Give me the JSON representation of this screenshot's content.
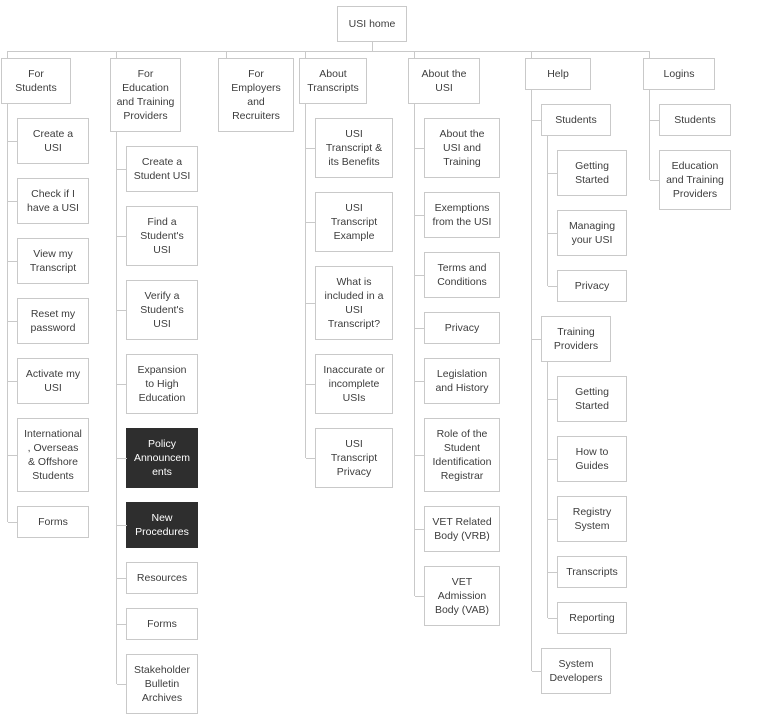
{
  "root": {
    "label": "USI home"
  },
  "columns": [
    {
      "label": "For Students",
      "children": [
        {
          "label": "Create a USI"
        },
        {
          "label": "Check if I have a USI"
        },
        {
          "label": "View my Transcript"
        },
        {
          "label": "Reset my password"
        },
        {
          "label": "Activate my USI"
        },
        {
          "label": "International, Overseas & Offshore Students"
        },
        {
          "label": "Forms"
        }
      ]
    },
    {
      "label": "For Education and Training Providers",
      "children": [
        {
          "label": "Create a Student USI"
        },
        {
          "label": "Find a Student's USI"
        },
        {
          "label": "Verify a Student's USI"
        },
        {
          "label": "Expansion to High Education"
        },
        {
          "label": "Policy Announcements",
          "dark": true
        },
        {
          "label": "New Procedures",
          "dark": true
        },
        {
          "label": "Resources"
        },
        {
          "label": "Forms"
        },
        {
          "label": "Stakeholder Bulletin Archives"
        }
      ]
    },
    {
      "label": "For Employers and Recruiters",
      "children": []
    },
    {
      "label": "About Transcripts",
      "children": [
        {
          "label": "USI Transcript & its Benefits"
        },
        {
          "label": "USI Transcript Example"
        },
        {
          "label": "What is included in a USI Transcript?"
        },
        {
          "label": "Inaccurate or incomplete USIs"
        },
        {
          "label": "USI Transcript Privacy"
        }
      ]
    },
    {
      "label": "About the USI",
      "children": [
        {
          "label": "About the USI and Training"
        },
        {
          "label": "Exemptions from the USI"
        },
        {
          "label": "Terms and Conditions"
        },
        {
          "label": "Privacy"
        },
        {
          "label": "Legislation and History"
        },
        {
          "label": "Role of the Student Identification Registrar"
        },
        {
          "label": "VET Related Body (VRB)"
        },
        {
          "label": "VET Admission Body (VAB)"
        }
      ]
    },
    {
      "label": "Help",
      "children": [
        {
          "label": "Students",
          "children": [
            {
              "label": "Getting Started"
            },
            {
              "label": "Managing your USI"
            },
            {
              "label": "Privacy"
            }
          ]
        },
        {
          "label": "Training Providers",
          "children": [
            {
              "label": "Getting Started"
            },
            {
              "label": "How to Guides"
            },
            {
              "label": "Registry System"
            },
            {
              "label": "Transcripts"
            },
            {
              "label": "Reporting"
            }
          ]
        },
        {
          "label": "System Developers"
        }
      ]
    },
    {
      "label": "Logins",
      "children": [
        {
          "label": "Students"
        },
        {
          "label": "Education and Training Providers"
        }
      ]
    }
  ],
  "colors": {
    "line": "#c9c9c9",
    "node_border": "#c9c9c9",
    "node_bg": "#ffffff",
    "highlight_node_bg": "#2e2e2e",
    "highlight_node_text": "#ffffff",
    "text": "#3d3d3d"
  }
}
